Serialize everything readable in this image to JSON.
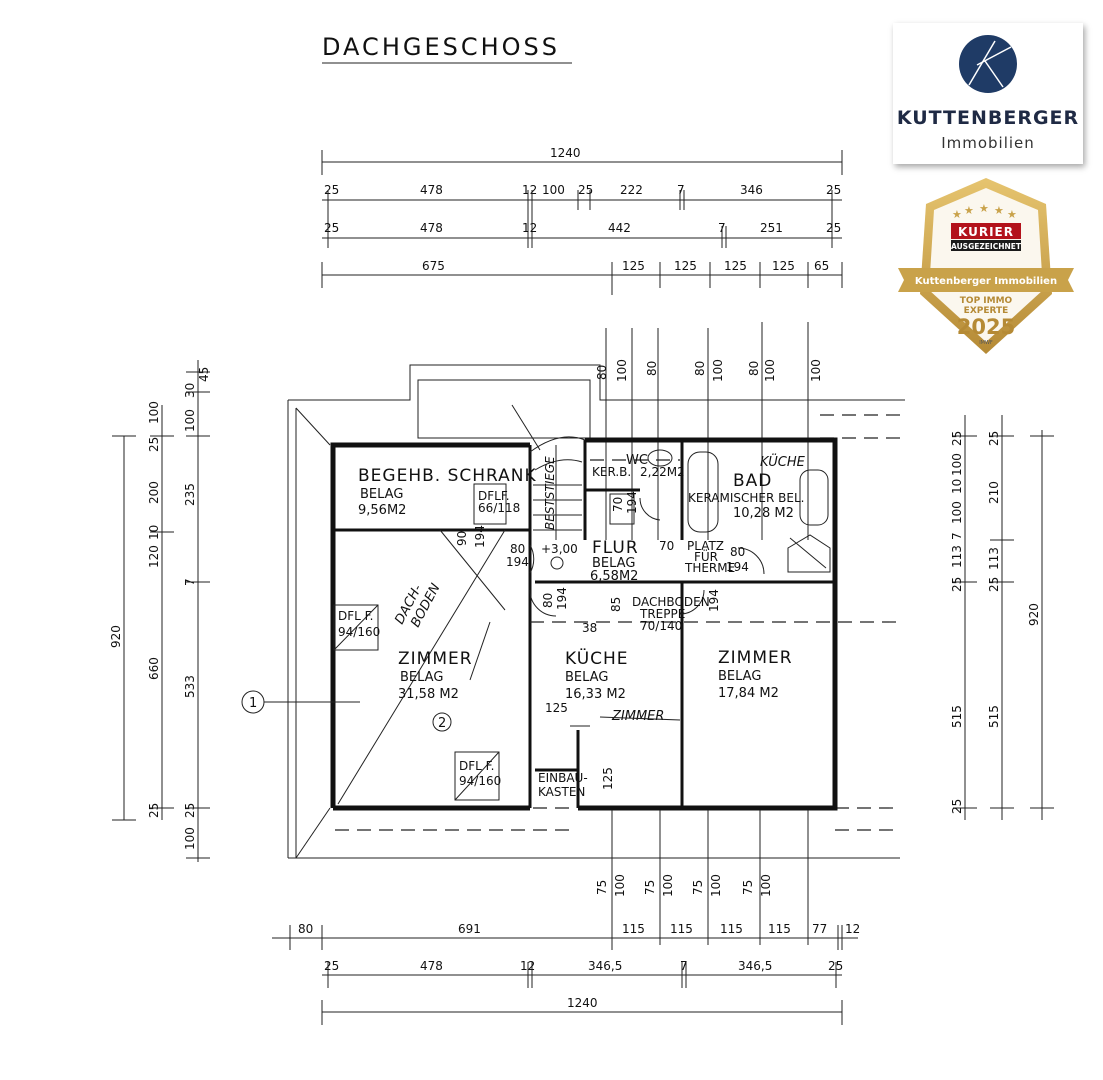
{
  "plan": {
    "title": "DACHGESCHOSS",
    "dims_top": {
      "row1": [
        "1240"
      ],
      "row2": [
        "25",
        "478",
        "12",
        "100",
        "25",
        "222",
        "7",
        "346",
        "25"
      ],
      "row3": [
        "25",
        "478",
        "12",
        "442",
        "7",
        "251",
        "25"
      ],
      "row4": [
        "675",
        "125",
        "125",
        "125",
        "125",
        "65"
      ]
    },
    "dims_top_vertical": [
      "80",
      "100",
      "80",
      "100",
      "80",
      "100",
      "80",
      "100"
    ],
    "dims_bottom_vertical": [
      "75",
      "100",
      "75",
      "100",
      "75",
      "100",
      "75",
      "100"
    ],
    "dims_bottom": {
      "row1": [
        "80",
        "691",
        "115",
        "115",
        "115",
        "115",
        "77",
        "12"
      ],
      "row2": [
        "25",
        "478",
        "12",
        "346,5",
        "7",
        "346,5",
        "25"
      ],
      "row3": [
        "1240"
      ]
    },
    "dims_left": {
      "outer": [
        "920"
      ],
      "mid": [
        "100",
        "25",
        "200",
        "10",
        "120",
        "660",
        "25",
        "100"
      ],
      "inner": [
        "30",
        "45",
        "100",
        "235",
        "7",
        "533",
        "25"
      ]
    },
    "dims_right": {
      "inner": [
        "25",
        "100",
        "10",
        "100",
        "7",
        "113",
        "25",
        "515",
        "25"
      ],
      "mid": [
        "25",
        "210",
        "113",
        "25",
        "515"
      ],
      "outer": [
        "920"
      ]
    },
    "rooms": {
      "schrank": {
        "name": "BEGEHB. SCHRANK",
        "belag": "BELAG",
        "area": "9,56M2"
      },
      "wc": {
        "name": "WC",
        "sub": "KER.B.",
        "area": "2,22M2"
      },
      "bad": {
        "name": "BAD",
        "note": "KÜCHE",
        "belag": "KERAMISCHER BEL.",
        "area": "10,28 M2"
      },
      "flur": {
        "name": "FLUR",
        "belag": "BELAG",
        "area": "6,58M2"
      },
      "zimmer_left": {
        "name": "ZIMMER",
        "belag": "BELAG",
        "area": "31,58 M2"
      },
      "kueche": {
        "name": "KÜCHE",
        "belag": "BELAG",
        "area": "16,33 M2"
      },
      "zimmer_right": {
        "name": "ZIMMER",
        "belag": "BELAG",
        "area": "17,84 M2"
      }
    },
    "labels": {
      "dflf_top": "DFLF.",
      "dflf_top_size": "66/118",
      "dflf_left": "DFL F.",
      "dflf_left_size": "94/160",
      "dflf_bottom": "DFL F.",
      "dflf_bottom_size": "94/160",
      "dachboden_1": "DACH-",
      "dachboden_2": "BODEN",
      "stiege": "BESTSTIEGE",
      "level": "+3,00",
      "therme_1": "PLATZ",
      "therme_2": "FÜR",
      "therme_3": "THERME",
      "dachboden_treppe_1": "DACHBODEN",
      "dachboden_treppe_2": "TREPPE",
      "dachboden_treppe_3": "70/140",
      "einbau_1": "EINBAU-",
      "einbau_2": "KASTEN",
      "zimmer_note": "ZIMMER",
      "section_1": "1",
      "section_2": "2",
      "d80a": "80",
      "d194a": "194",
      "d90": "90",
      "d194b": "194",
      "d70": "70",
      "d80b": "80",
      "d194c": "194",
      "d80c": "80",
      "d194d": "194",
      "d85": "85",
      "d194e": "194",
      "d38": "38",
      "d125a": "125",
      "d125b": "125",
      "d70b": "70",
      "d194f": "194"
    }
  },
  "logo": {
    "brand": "KUTTENBERGER",
    "sub": "Immobilien"
  },
  "badge": {
    "kurier": "KURIER",
    "ausgezeichnet": "AUSGEZEICHNET",
    "ribbon": "Kuttenberger Immobilien",
    "line1": "TOP IMMO",
    "line2": "EXPERTE",
    "year": "2025",
    "small": "IMWF"
  },
  "colors": {
    "logo_blue": "#1f3b66",
    "badge_gold": "#c9a24a",
    "kurier_red": "#b3121b"
  }
}
